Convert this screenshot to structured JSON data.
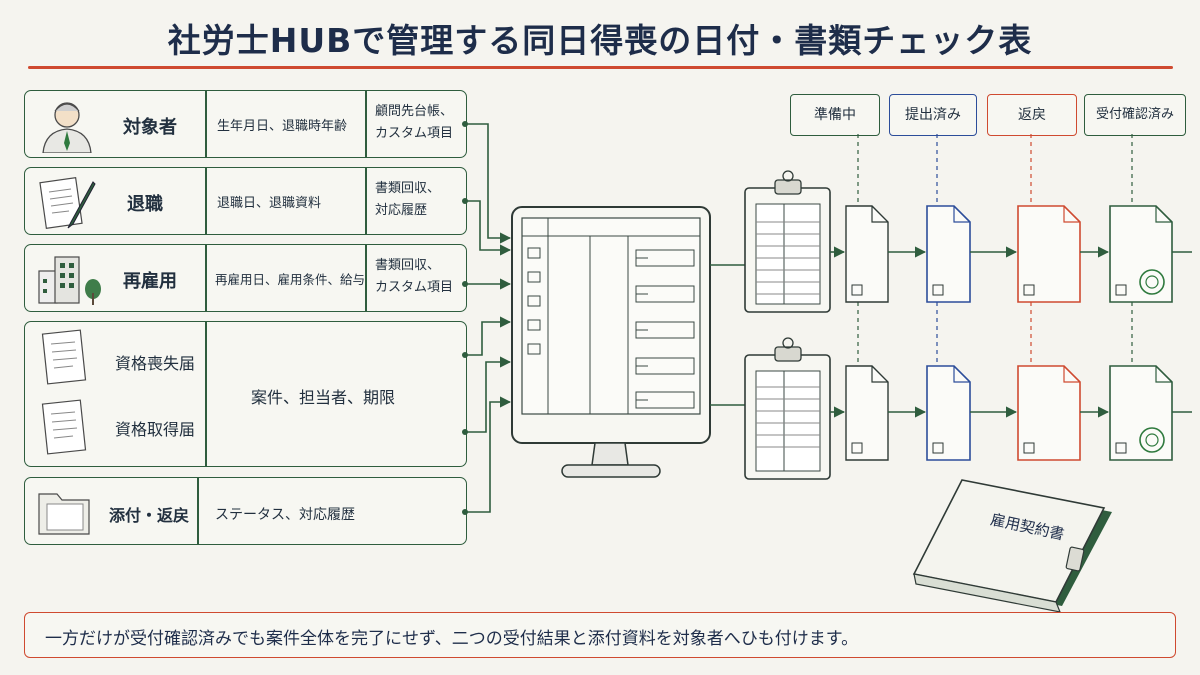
{
  "title": "社労士HUBで管理する同日得喪の日付・書類チェック表",
  "rows": {
    "subject": {
      "label": "対象者",
      "mid": "生年月日、退職時年齢",
      "right1": "顧問先台帳、",
      "right2": "カスタム項目"
    },
    "retire": {
      "label": "退職",
      "mid": "退職日、退職資料",
      "right1": "書類回収、",
      "right2": "対応履歴"
    },
    "rehire": {
      "label": "再雇用",
      "mid": "再雇用日、雇用条件、給与",
      "right1": "書類回収、",
      "right2": "カスタム項目"
    },
    "forms": {
      "label_loss": "資格喪失届",
      "label_gain": "資格取得届",
      "mid": "案件、担当者、期限"
    },
    "attach": {
      "label": "添付・返戻",
      "mid": "ステータス、対応履歴"
    }
  },
  "statuses": [
    "準備中",
    "提出済み",
    "返戻",
    "受付確認済み"
  ],
  "binder_label": "雇用契約書",
  "footer": "一方だけが受付確認済みでも案件全体を完了にせず、二つの受付結果と添付資料を対象者へひも付けます。",
  "colors": {
    "green": "#2f5d3e",
    "blue": "#2c4d9a",
    "red": "#cf4a30",
    "navy": "#1e2d4a"
  }
}
